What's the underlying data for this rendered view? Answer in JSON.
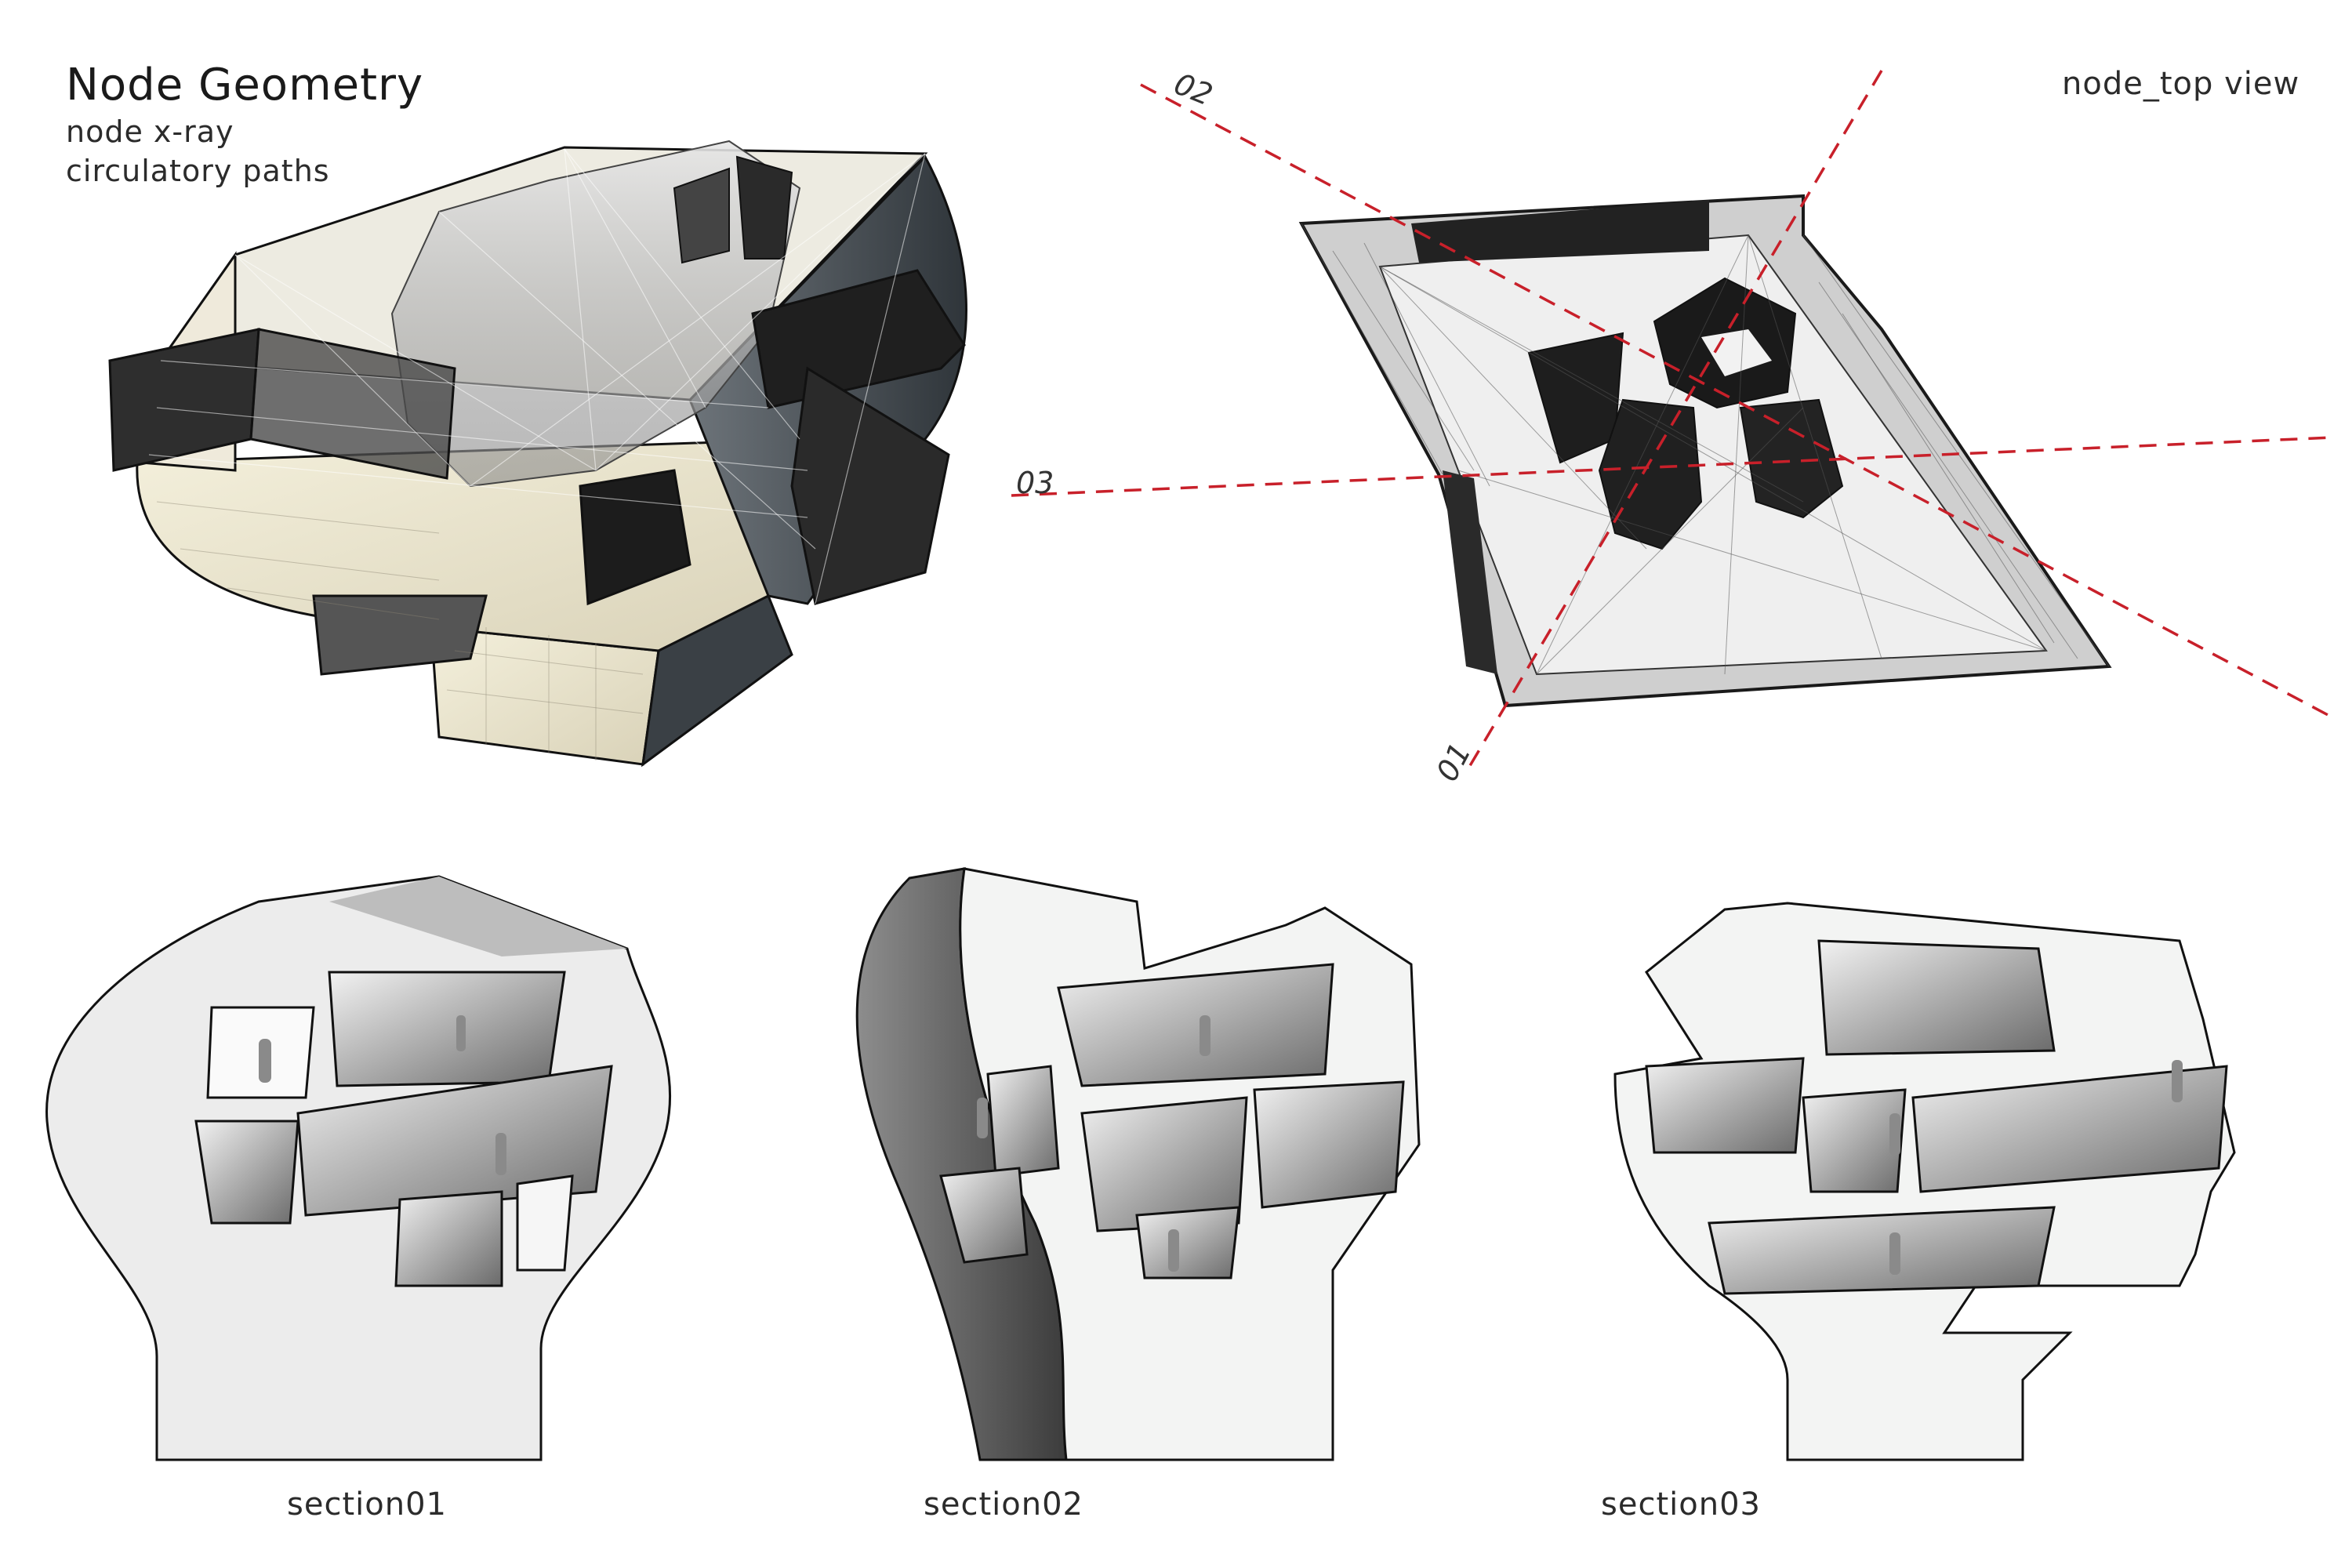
{
  "header": {
    "title": "Node Geometry",
    "subtitle_1": "node x-ray",
    "subtitle_2": "circulatory paths"
  },
  "top_view": {
    "label": "node_top view",
    "axes": [
      "02",
      "03",
      "01"
    ]
  },
  "sections": [
    {
      "label": "section01"
    },
    {
      "label": "section02"
    },
    {
      "label": "section03"
    }
  ],
  "colors": {
    "cut_line": "#c8202a",
    "ink": "#1a1a1a",
    "solid_dark": "#2a2a2a",
    "cream": "#ece7d2"
  }
}
